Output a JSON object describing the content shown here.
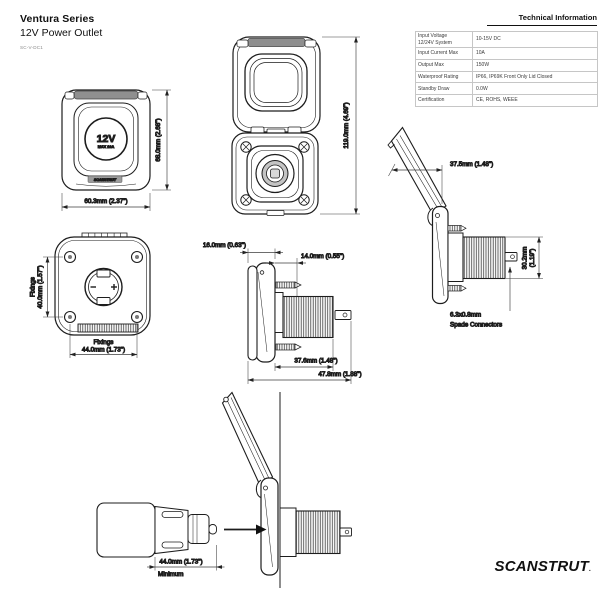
{
  "header": {
    "series": "Ventura Series",
    "product": "12V Power Outlet",
    "sku": "SC-V-DC1"
  },
  "tech_info": {
    "title": "Technical Information",
    "rows": [
      {
        "label": "Input Voltage",
        "label2": "12/24V System",
        "value": "10-15V DC"
      },
      {
        "label": "Input Current Max",
        "value": "10A"
      },
      {
        "label": "Output Max",
        "value": "150W"
      },
      {
        "label": "Waterproof Rating",
        "value": "IP66, IP69K Front Only Lid Closed"
      },
      {
        "label": "Standby Draw",
        "value": "0.0W"
      },
      {
        "label": "Certification",
        "value": "CE, ROHS, WEEE"
      }
    ]
  },
  "branding": {
    "logo": "SCANSTRUT",
    "logo_mark": ".",
    "lid_brand": "SCANSTRUT",
    "socket_12v": "12V",
    "socket_max": "MAX 10A"
  },
  "dimensions": {
    "front_width": "60.3mm (2.37\")",
    "front_height": "68.0mm (2.68\")",
    "open_height": "119.0mm (4.69\")",
    "fixings_side_label": "Fixings",
    "fixings_height": "40.0mm (1.57\")",
    "fixings_bottom_label": "Fixings",
    "fixings_width": "44.0mm (1.73\")",
    "bezel_depth": "16.0mm (0.63\")",
    "panel_thickness": "14.0mm (0.55\")",
    "body_depth": "37.6mm (1.48\")",
    "total_depth": "47.8mm (1.88\")",
    "lid_open_depth": "37.5mm (1.48\")",
    "barrel_height_l1": "30.2mm",
    "barrel_height_l2": "(1.19\")",
    "spade_l1": "6.3x0.8mm",
    "spade_l2": "Spade Connectors",
    "plug_clearance": "44.0mm (1.73\")",
    "plug_clearance_note": "Minimum"
  },
  "colors": {
    "line": "#1d1d1d",
    "lid_bar_gray": "#8f8f8f",
    "table_border": "#c6c6c6"
  }
}
